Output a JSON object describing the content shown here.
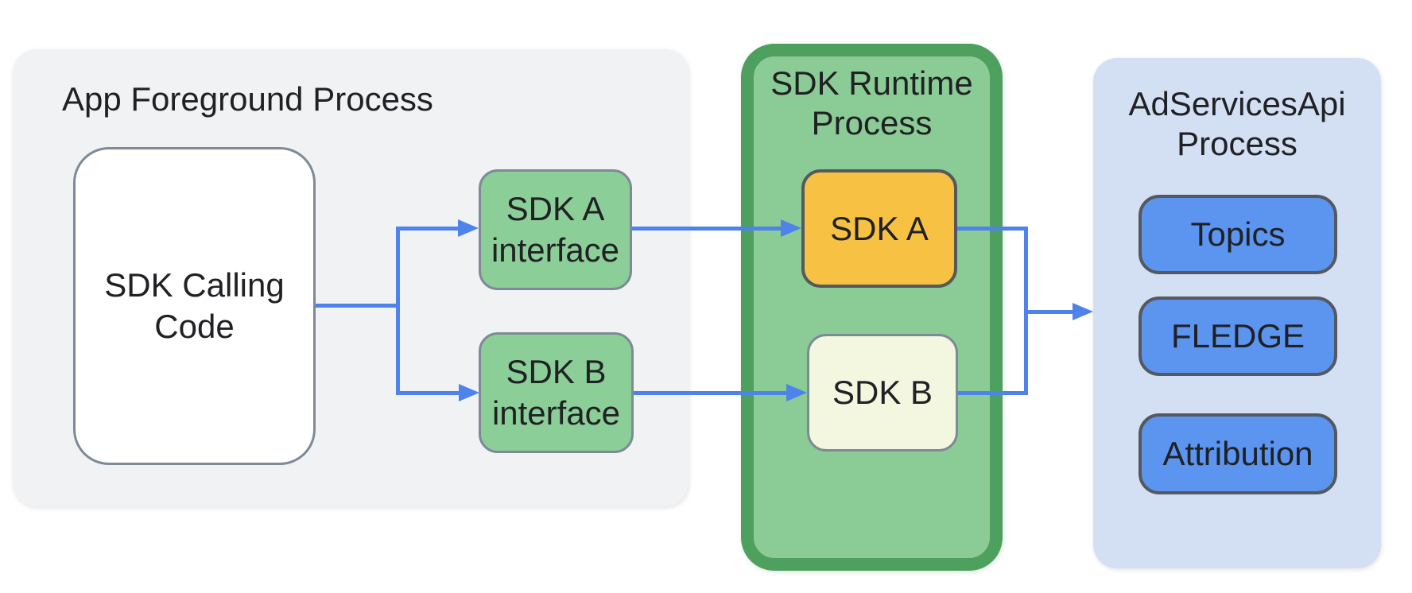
{
  "diagram": {
    "app_foreground": {
      "title": "App Foreground Process",
      "nodes": {
        "sdk_calling_code": "SDK Calling Code",
        "sdk_a_interface": "SDK A interface",
        "sdk_b_interface": "SDK B interface"
      }
    },
    "sdk_runtime": {
      "title": "SDK Runtime Process",
      "nodes": {
        "sdk_a": "SDK A",
        "sdk_b": "SDK B"
      }
    },
    "adservices": {
      "title": "AdServicesApi Process",
      "nodes": {
        "topics": "Topics",
        "fledge": "FLEDGE",
        "attribution": "Attribution"
      }
    },
    "colors": {
      "text": "#202124",
      "arrow_blue": "#4e83eb",
      "app_panel_gray": "#f0f2f4",
      "calling_code_fill": "#ffffff",
      "interface_node_green": "#8bce97",
      "runtime_fill_green": "#8bcb95",
      "runtime_border_green": "#4ea05e",
      "sdk_a_amber": "#f7c244",
      "sdk_b_cream": "#f3f7e0",
      "adservices_panel_blue": "#d3e0f4",
      "api_node_blue": "#5b95f0",
      "border_slate": "#7d8a97",
      "border_dark_gray": "#54595f"
    }
  }
}
